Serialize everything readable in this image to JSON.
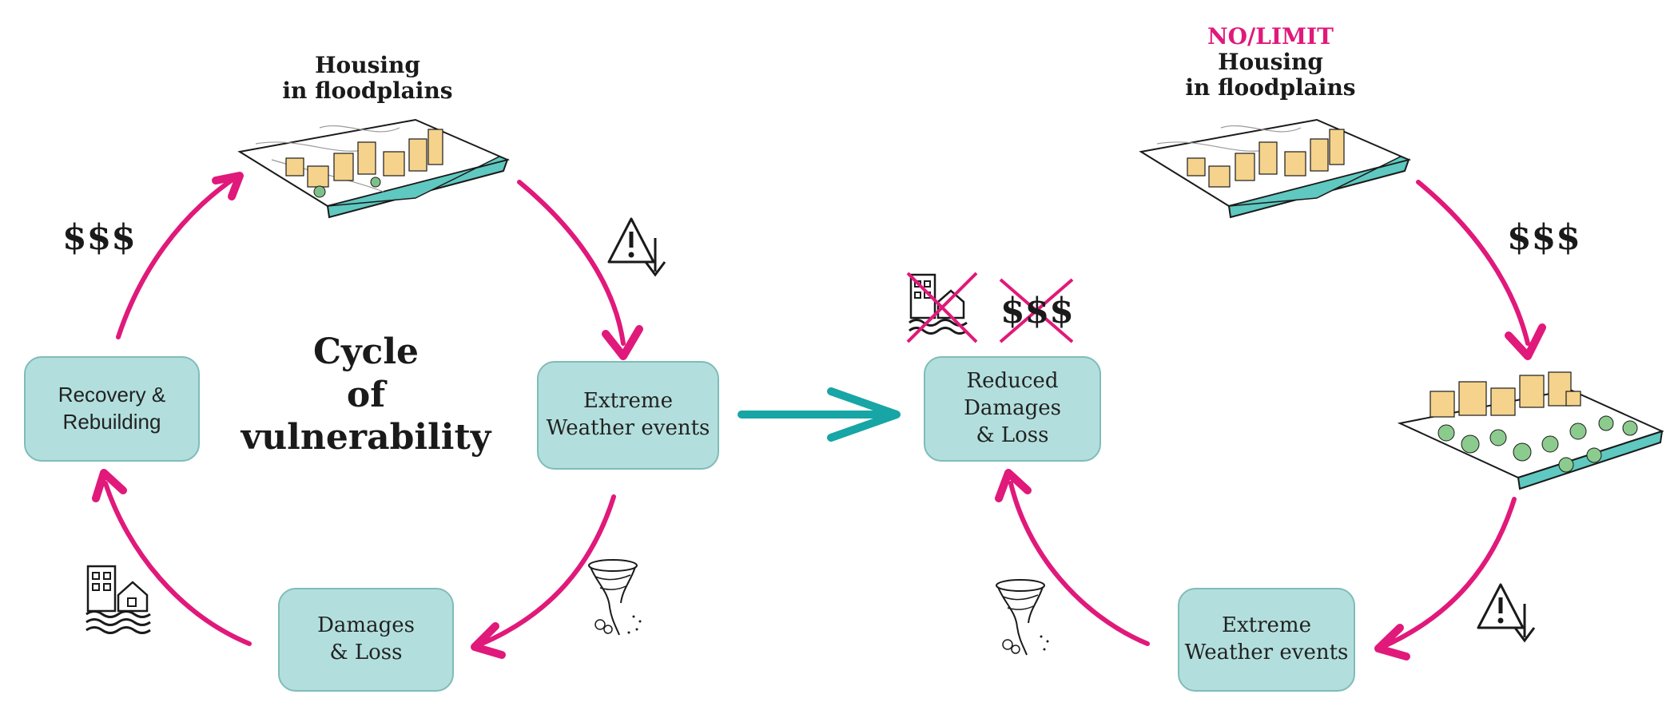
{
  "colors": {
    "accent_pink": "#e0197a",
    "teal": "#17a5a5",
    "box_fill": "#b2dfdd",
    "box_border": "#7fbcb8",
    "water": "#5fc8c0",
    "building": "#f5d38c"
  },
  "left_cycle": {
    "title_line1": "Cycle",
    "title_line2": "of",
    "title_line3": "vulnerability",
    "housing_line1": "Housing",
    "housing_line2": "in floodplains",
    "money": "$$$",
    "nodes": {
      "extreme_line1": "Extreme",
      "extreme_line2": "Weather events",
      "damages_line1": "Damages",
      "damages_line2": "& Loss",
      "recovery_line1": "Recovery &",
      "recovery_line2": "Rebuilding"
    },
    "icons": [
      "warning-down-icon",
      "tornado-icon",
      "flooded-house-icon",
      "floodplain-housing-illustration"
    ]
  },
  "middle": {
    "reduced_line1": "Reduced",
    "reduced_line2": "Damages",
    "reduced_line3": "& Loss",
    "crossed_money": "$$$",
    "icons": [
      "crossed-flooded-house-icon",
      "crossed-money-icon",
      "teal-arrow-icon"
    ]
  },
  "right_cycle": {
    "nolimit": "NO/LIMIT",
    "housing_line1": "Housing",
    "housing_line2": "in floodplains",
    "money": "$$$",
    "extreme_line1": "Extreme",
    "extreme_line2": "Weather events",
    "icons": [
      "warning-down-icon",
      "tornado-icon",
      "green-floodplain-illustration"
    ]
  }
}
